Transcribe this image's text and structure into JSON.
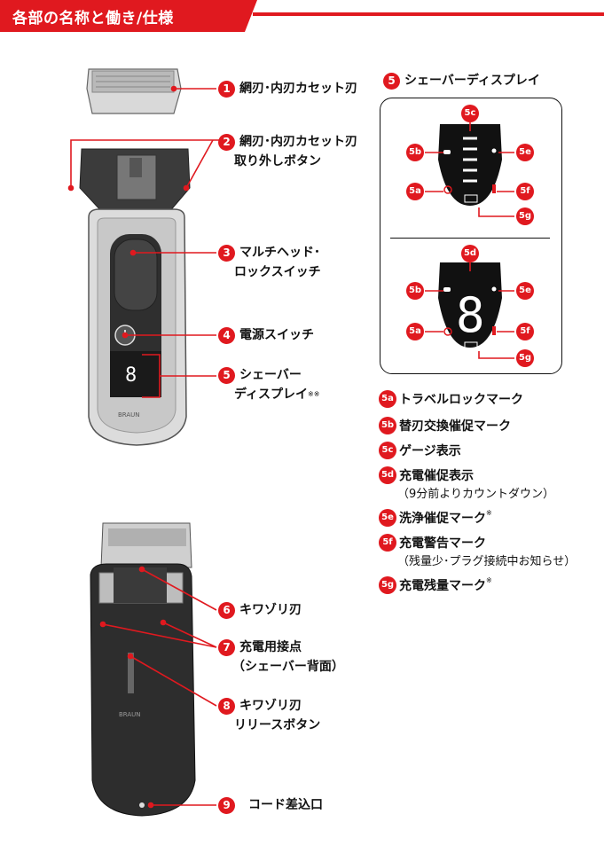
{
  "header": {
    "title": "各部の名称と働き/仕様",
    "color": "#e0191f"
  },
  "parts": [
    {
      "num": "1",
      "line1": "網刃･内刃カセット刃",
      "line2": ""
    },
    {
      "num": "2",
      "line1": "網刃･内刃カセット刃",
      "line2": "取り外しボタン"
    },
    {
      "num": "3",
      "line1": "マルチヘッド･",
      "line2": "ロックスイッチ"
    },
    {
      "num": "4",
      "line1": "電源スイッチ",
      "line2": ""
    },
    {
      "num": "5",
      "line1": "シェーバー",
      "line2": "ディスプレイ"
    },
    {
      "num": "6",
      "line1": "キワゾリ刃",
      "line2": ""
    },
    {
      "num": "7",
      "line1": "充電用接点",
      "line2": "（シェーバー背面）"
    },
    {
      "num": "8",
      "line1": "キワゾリ刃",
      "line2": "リリースボタン"
    },
    {
      "num": "9",
      "line1": "コード差込口",
      "line2": ""
    }
  ],
  "part5_mark": "※※",
  "display_panel": {
    "num": "5",
    "title": "シェーバーディスプレイ"
  },
  "badges": {
    "a": "5a",
    "b": "5b",
    "c": "5c",
    "d": "5d",
    "e": "5e",
    "f": "5f",
    "g": "5g"
  },
  "legend": [
    {
      "code": "5a",
      "text": "トラベルロックマーク",
      "note": "",
      "mark": ""
    },
    {
      "code": "5b",
      "text": "替刃交換催促マーク",
      "note": "",
      "mark": ""
    },
    {
      "code": "5c",
      "text": "ゲージ表示",
      "note": "",
      "mark": ""
    },
    {
      "code": "5d",
      "text": "充電催促表示",
      "note": "（9分前よりカウントダウン）",
      "mark": ""
    },
    {
      "code": "5e",
      "text": "洗浄催促マーク",
      "note": "",
      "mark": "※"
    },
    {
      "code": "5f",
      "text": "充電警告マーク",
      "note": "（残量少･プラグ接続中お知らせ）",
      "mark": ""
    },
    {
      "code": "5g",
      "text": "充電残量マーク",
      "note": "",
      "mark": "※"
    }
  ],
  "brand": "BRAUN",
  "display_digit": "8",
  "icons": [
    "lock-icon",
    "blade-icon",
    "drop-icon",
    "plug-icon",
    "battery-icon"
  ]
}
